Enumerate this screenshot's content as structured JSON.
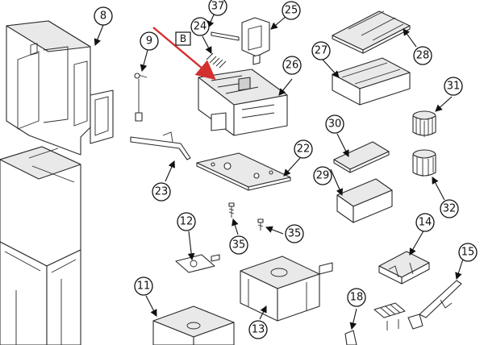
{
  "callouts": [
    "8",
    "9",
    "37",
    "24",
    "25",
    "26",
    "27",
    "28",
    "31",
    "30",
    "29",
    "32",
    "22",
    "23",
    "12",
    "35",
    "35",
    "14",
    "15",
    "11",
    "13",
    "18"
  ],
  "reference_box": "B",
  "colors": {
    "line": "#2a2a2a",
    "indicator_arrow": "#d32f2f",
    "shade": "#e9e9e9"
  }
}
